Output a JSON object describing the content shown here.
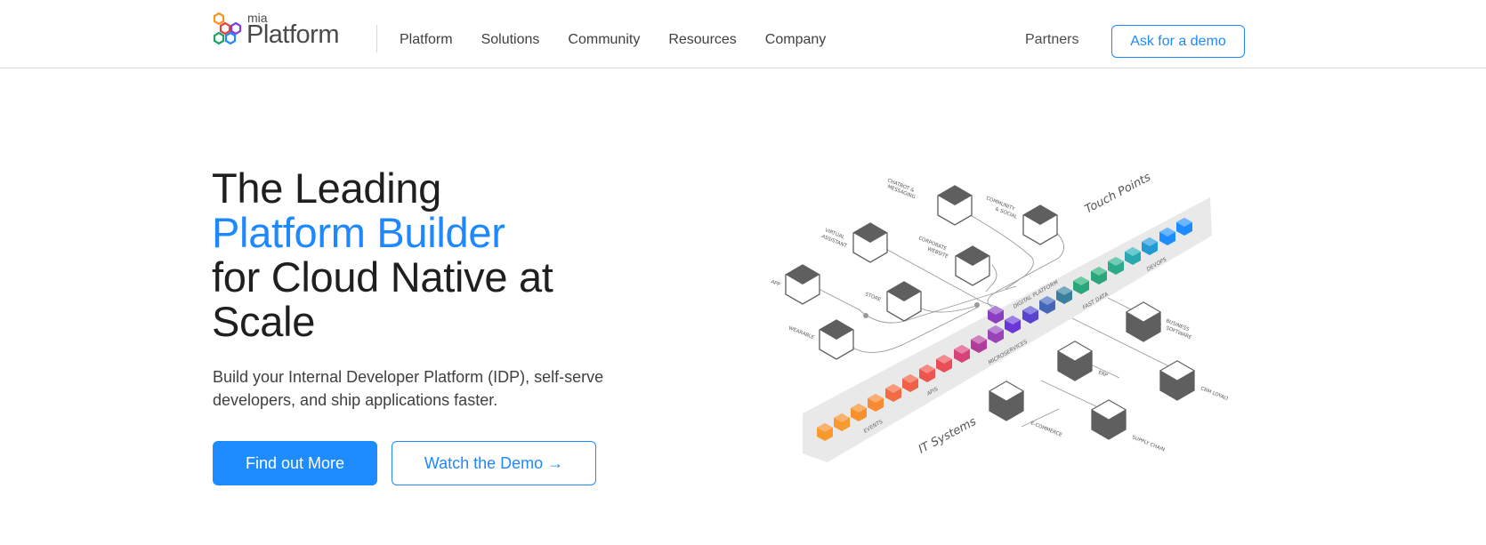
{
  "header": {
    "logo": {
      "small": "mia",
      "word": "Platform"
    },
    "nav": [
      "Platform",
      "Solutions",
      "Community",
      "Resources",
      "Company"
    ],
    "partners": "Partners",
    "cta": "Ask for a demo"
  },
  "hero": {
    "title_line1": "The Leading",
    "title_accent": "Platform Builder",
    "title_line3": "for Cloud Native at",
    "title_line4": "Scale",
    "subtitle": "Build your Internal Developer Platform (IDP), self-serve developers, and ship applications faster.",
    "primary_button": "Find out More",
    "secondary_button": "Watch the Demo →"
  },
  "illustration": {
    "touch_points_title": "Touch Points",
    "it_systems_title": "IT Systems",
    "touch_points": [
      "APP",
      "VIRTUAL ASSISTANT",
      "CHATBOT & MESSAGING",
      "COMMUNITY & SOCIAL",
      "CORPORATE WEBSITE",
      "STORE",
      "WEARABLE"
    ],
    "it_systems": [
      "E-COMMERCE",
      "SUPPLY CHAIN",
      "ERP",
      "BUSINESS SOFTWARE",
      "CRM LOYALTY"
    ],
    "beam_labels": [
      "EVENTS",
      "APIS",
      "MICROSERVICES",
      "DIGITAL PLATFORM",
      "FAST DATA",
      "DEVOPS"
    ]
  },
  "colors": {
    "accent": "#1e88ff",
    "primary_button": "#1e8cff",
    "text": "#1f1f1f",
    "beam": "#e8e8e8",
    "box_dark": "#5f5f5f"
  }
}
